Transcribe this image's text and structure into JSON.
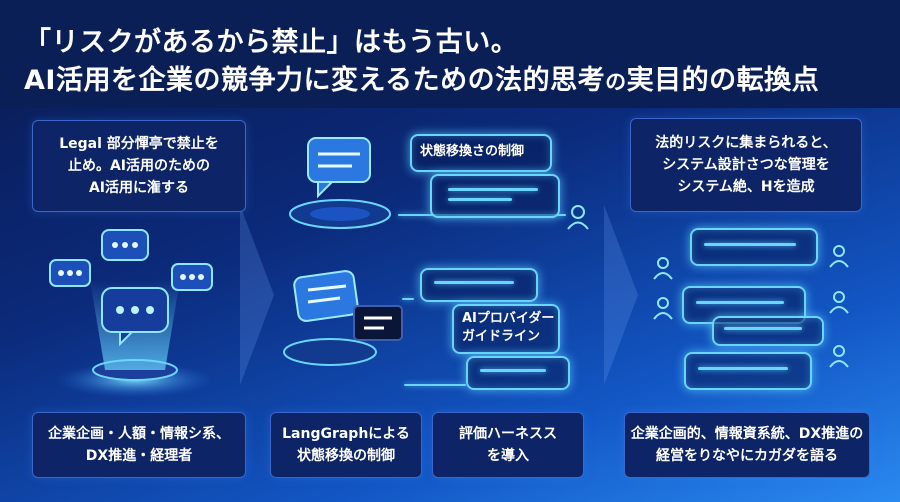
{
  "title": {
    "line1": "「リスクがあるから禁止」はもう古い。",
    "line2_main": "AI活用を企業の競争力に変えるための法的思考",
    "line2_small": "の",
    "line2_tail": "実目的の転換点"
  },
  "left": {
    "top_card": [
      "Legal 部分憚亭で禁止を",
      "止め。AI活用のための",
      "AI活用に潅する"
    ],
    "bottom_card": [
      "企業企画・人額・情報シ系、",
      "DX推進・経理者"
    ]
  },
  "middle": {
    "label_state": "状態移換さの制御",
    "label_provider": [
      "AIプロバイダー",
      "ガイドライン"
    ],
    "bottom_card_left": [
      "LangGraphによる",
      "状態移換の制御"
    ],
    "bottom_card_right": [
      "評価ハーネスス",
      "を導入"
    ]
  },
  "right": {
    "top_card": [
      "法的リスクに集まられると、",
      "システム設計さつな管理を",
      "システム絶、Hを造成"
    ],
    "bottom_card": [
      "企業企画的、情報資系統、DX推進の",
      "経営をりなやにカガダを語る"
    ]
  },
  "colors": {
    "title_band": "#0b1f57",
    "card_bg": "#0d2466",
    "glow": "#6ad6ff"
  }
}
